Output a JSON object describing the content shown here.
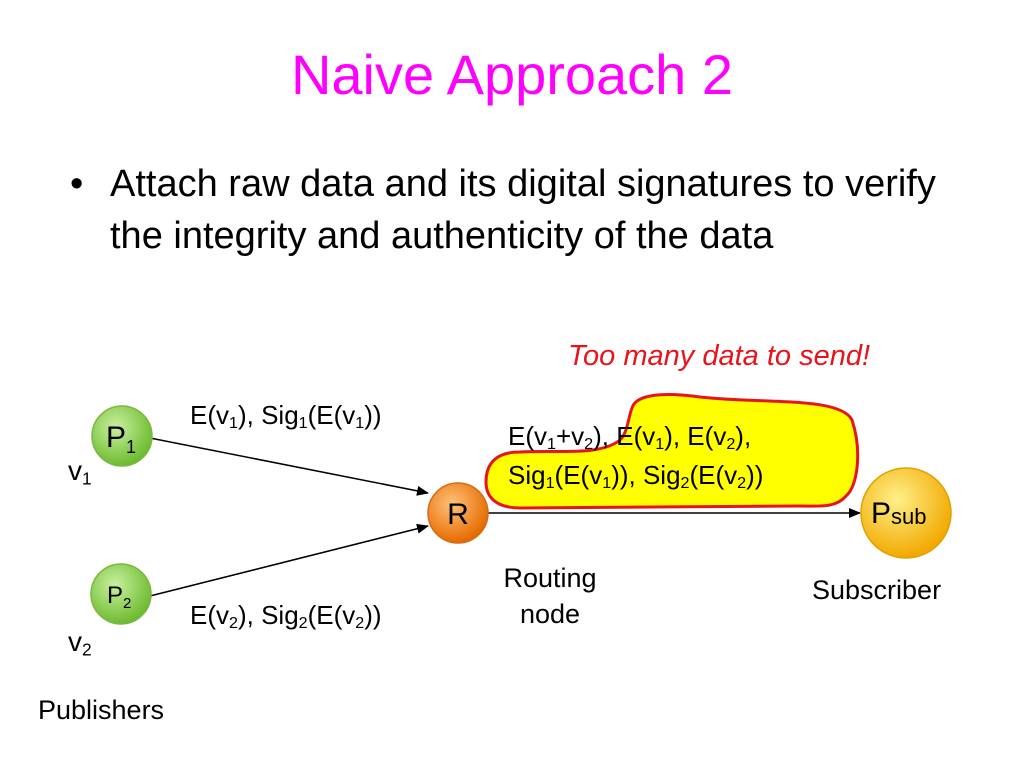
{
  "title": "Naive Approach 2",
  "bullet": {
    "symbol": "•",
    "text": "Attach raw data and its digital signatures to verify the integrity and authenticity of the data"
  },
  "warning": "Too many data to send!",
  "nodes": {
    "p1": {
      "base": "P",
      "sub": "1"
    },
    "p2": {
      "base": "P",
      "sub": "2"
    },
    "r": {
      "label": "R"
    },
    "psub": {
      "base": "P",
      "sub": "sub"
    }
  },
  "values": {
    "v1": {
      "base": "v",
      "sub": "1"
    },
    "v2": {
      "base": "v",
      "sub": "2"
    }
  },
  "edge_labels": {
    "p1_to_r": "E(v1), Sig1(E(v1))",
    "p2_to_r": "E(v2), Sig2(E(v2))",
    "r_to_psub_line1": "E(v1+v2), E(v1), E(v2),",
    "r_to_psub_line2": "Sig1(E(v1)), Sig2(E(v2))"
  },
  "captions": {
    "routing": [
      "Routing",
      "node"
    ],
    "subscriber": "Subscriber",
    "publishers": "Publishers"
  },
  "colors": {
    "title": "#ff00ff",
    "warning": "#e8141b",
    "publisher_fill": "#8fd14f",
    "router_fill": "#f58220",
    "subscriber_fill": "#ffc000",
    "highlight_fill": "#ffff00",
    "highlight_stroke": "#e8141b"
  }
}
